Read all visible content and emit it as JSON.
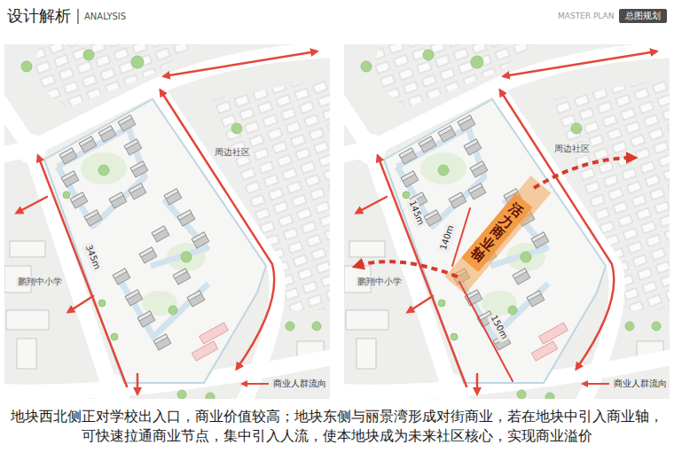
{
  "diagram": {
    "title": "设计解析",
    "caption": "地块西北侧正对学校出入口，商业价值较高；地块东侧与丽景湾形成对街商业，若在地块中引入商业轴，可快速拉通商业节点，集中引入人流，使本地块成为未来社区核心，实现商业溢价",
    "nodes": [
      {
        "text": [
          "总图规划"
        ]
      },
      {
        "text": [
          "活力商业轴"
        ]
      }
    ],
    "labels": [
      "ANALYSIS",
      "MASTER PLAN",
      "周边社区",
      "鹏翔中小学",
      "345m",
      "周边社区",
      "鹏翔中小学",
      "145m",
      "140m",
      "150m"
    ],
    "legend": [
      {
        "text": "商业人群流向"
      },
      {
        "text": "商业人群流向"
      }
    ]
  }
}
